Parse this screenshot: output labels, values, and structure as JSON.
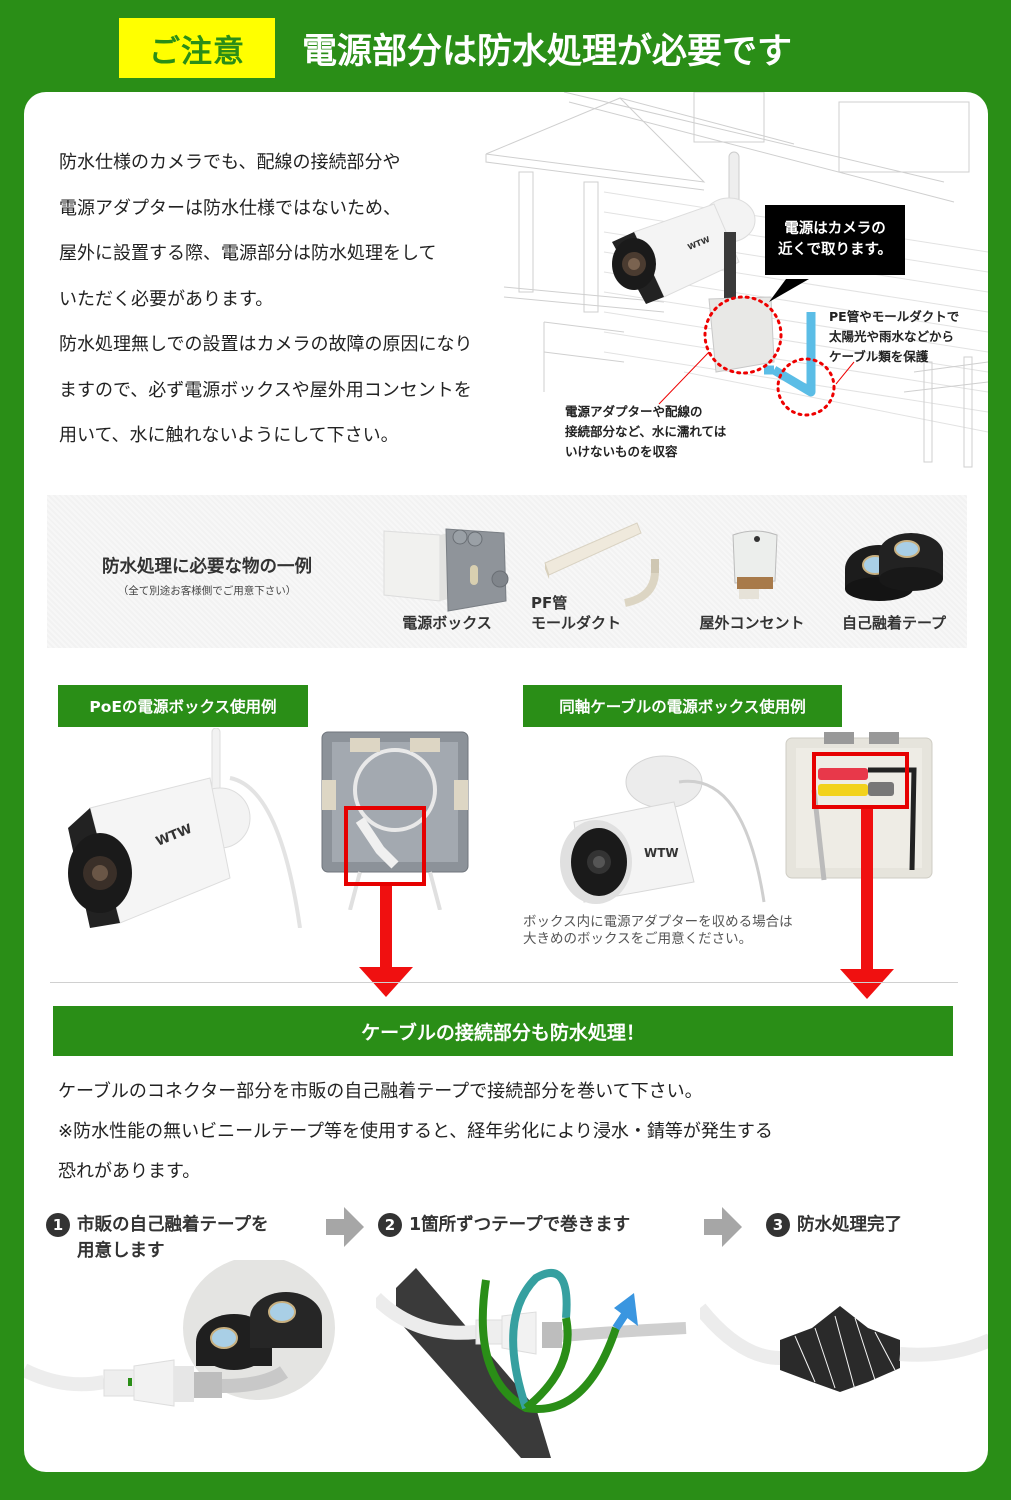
{
  "header": {
    "badge": "ご注意",
    "title": "電源部分は防水処理が必要です"
  },
  "intro": {
    "lines": [
      "防水仕様のカメラでも、配線の接続部分や",
      "電源アダプターは防水仕様ではないため、",
      "屋外に設置する際、電源部分は防水処理をして",
      "いただく必要があります。",
      "防水処理無しでの設置はカメラの故障の原因になり",
      "ますので、必ず電源ボックスや屋外用コンセントを",
      "用いて、水に触れないようにして下さい。"
    ],
    "illustration": {
      "camera_brand": "WTW",
      "callout": [
        "電源はカメラの",
        "近くで取ります。"
      ],
      "note_right": [
        "PE管やモールダクトで",
        "太陽光や雨水などから",
        "ケーブル類を保護"
      ],
      "note_left": [
        "電源アダプターや配線の",
        "接続部分など、水に濡れては",
        "いけないものを収容"
      ]
    }
  },
  "required_items": {
    "title": "防水処理に必要な物の一例",
    "subtitle": "（全て別途お客様側でご用意下さい）",
    "items": [
      {
        "label": "電源ボックス"
      },
      {
        "label_top": "PF管",
        "label": "モールダクト"
      },
      {
        "label": "屋外コンセント"
      },
      {
        "label": "自己融着テープ"
      }
    ]
  },
  "examples": [
    {
      "label": "PoEの電源ボックス使用例",
      "camera_brand": "WTW"
    },
    {
      "label": "同軸ケーブルの電源ボックス使用例",
      "camera_brand": "WTW",
      "caption": [
        "ボックス内に電源アダプターを収める場合は",
        "大きめのボックスをご用意ください。"
      ]
    }
  ],
  "banner": {
    "title": "ケーブルの接続部分も防水処理！"
  },
  "body": {
    "lines": [
      "ケーブルのコネクター部分を市販の自己融着テープで接続部分を巻いて下さい。",
      "※防水性能の無いビニールテープ等を使用すると、経年劣化により浸水・錆等が発生する",
      "恐れがあります。"
    ]
  },
  "steps": [
    {
      "num": "1",
      "lines": [
        "市販の自己融着テープを",
        "用意します"
      ]
    },
    {
      "num": "2",
      "lines": [
        "1箇所ずつテープで巻きます"
      ]
    },
    {
      "num": "3",
      "lines": [
        "防水処理完了"
      ]
    }
  ],
  "colors": {
    "brand_green": "#2a8e17",
    "badge_yellow": "#ffff00",
    "alert_red": "#f01010",
    "pipe_blue": "#5bbde6"
  }
}
